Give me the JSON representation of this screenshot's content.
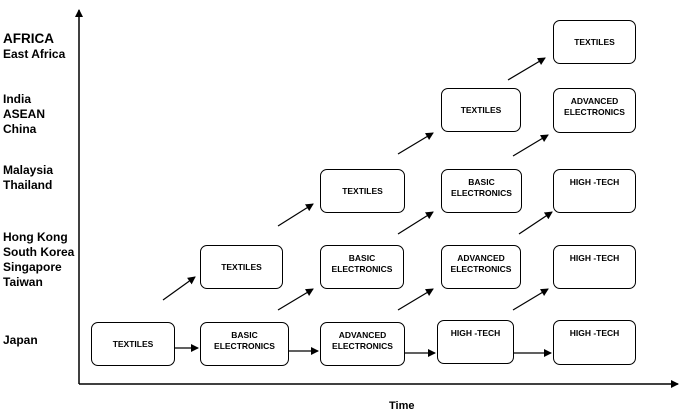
{
  "rows": {
    "africa": {
      "lines": [
        "AFRICA",
        "East Africa"
      ]
    },
    "india": {
      "lines": [
        "India",
        "ASEAN",
        "China"
      ]
    },
    "malaysia": {
      "lines": [
        "Malaysia",
        "Thailand"
      ]
    },
    "hongkong": {
      "lines": [
        "Hong Kong",
        "South Korea",
        "Singapore",
        "Taiwan"
      ]
    },
    "japan": {
      "lines": [
        "Japan"
      ]
    }
  },
  "boxes": {
    "japan_1": [
      "TEXTILES"
    ],
    "japan_2": [
      "BASIC",
      "ELECTRONICS"
    ],
    "japan_3": [
      "ADVANCED",
      "ELECTRONICS"
    ],
    "japan_4": [
      "HIGH -TECH"
    ],
    "japan_5": [
      "HIGH -TECH"
    ],
    "hk_1": [
      "TEXTILES"
    ],
    "hk_2": [
      "BASIC",
      "ELECTRONICS"
    ],
    "hk_3": [
      "ADVANCED",
      "ELECTRONICS"
    ],
    "hk_4": [
      "HIGH -TECH"
    ],
    "my_1": [
      "TEXTILES"
    ],
    "my_2": [
      "BASIC",
      "ELECTRONICS"
    ],
    "my_3": [
      "HIGH -TECH"
    ],
    "in_1": [
      "TEXTILES"
    ],
    "in_2": [
      "ADVANCED",
      "ELECTRONICS"
    ],
    "af_1": [
      "TEXTILES"
    ]
  },
  "axis": {
    "x_title": "Time"
  }
}
